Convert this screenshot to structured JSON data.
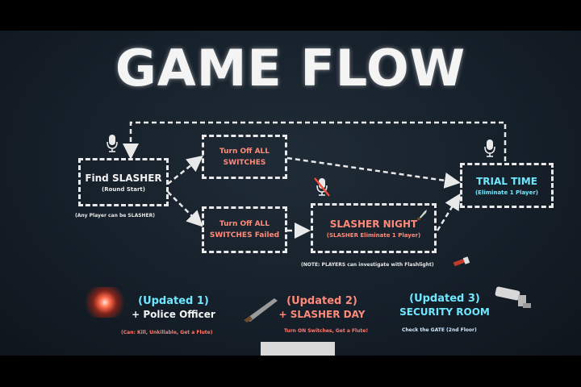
{
  "title": "GAME FLOW",
  "nodes": {
    "find_slasher": {
      "label": "Find SLASHER",
      "sub": "(Round Start)"
    },
    "turn_off": {
      "label_line1": "Turn Off ALL",
      "label_line2": "SWITCHES"
    },
    "turn_off_failed": {
      "label_line1": "Turn Off ALL",
      "label_line2": "SWITCHES Failed"
    },
    "slasher_night": {
      "label": "SLASHER NIGHT",
      "sub": "(SLASHER Eliminate 1 Player)"
    },
    "trial_time": {
      "label": "TRIAL TIME",
      "sub": "(Eliminate 1 Player)"
    }
  },
  "notes": {
    "any_player": "(Any Player can be SLASHER)",
    "investigate": "(NOTE: PLAYERS can investigate with Flashlight)"
  },
  "updates": [
    {
      "heading": "(Updated 1)",
      "body": "+ Police Officer",
      "note": "(Can: Kill, Unkillable, Get a Flute)"
    },
    {
      "heading": "(Updated 2)",
      "body": "+ SLASHER DAY",
      "note": "Turn ON Switches, Get a Flute!"
    },
    {
      "heading": "(Updated 3)",
      "body": "SECURITY ROOM",
      "note": "Check the GATE (2nd Floor)"
    }
  ],
  "icons": [
    "microphone-icon",
    "muted-microphone-icon",
    "microphone-icon",
    "flashlight-icon",
    "knife-icon",
    "shotgun-icon",
    "security-camera-icon",
    "police-light-icon"
  ],
  "colors": {
    "red_text": "#ff8a7a",
    "cyan_text": "#6fe7ff",
    "background": "#1a2530"
  }
}
